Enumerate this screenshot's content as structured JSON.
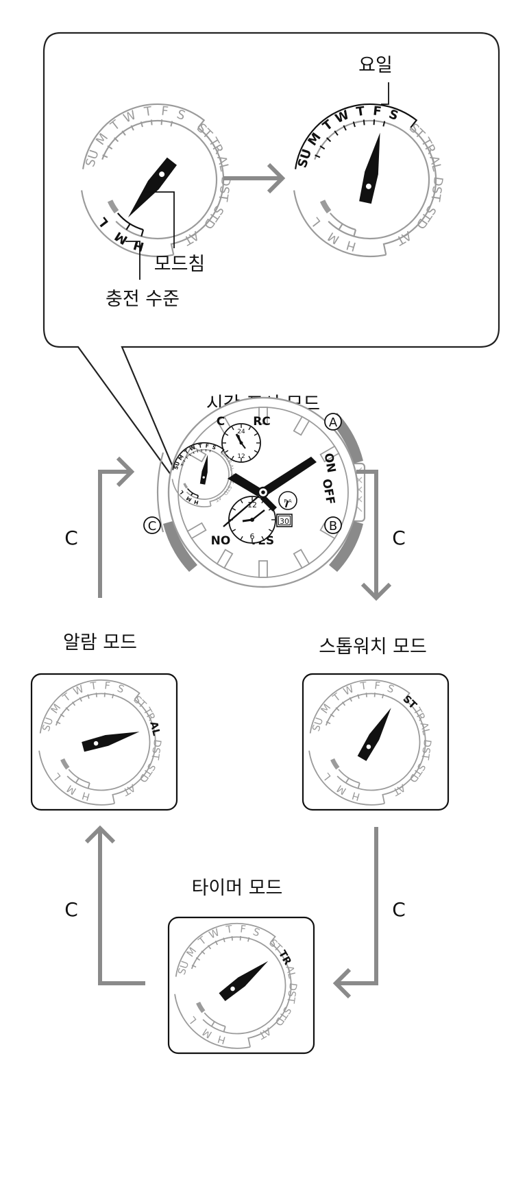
{
  "colors": {
    "ink": "#111111",
    "gray": "#9b9b9b",
    "arrow": "#8a8a8a",
    "frame": "#222222"
  },
  "callout": {
    "day_label": "요일",
    "mode_hand_label": "모드침",
    "charge_label": "충전 수준"
  },
  "modes": {
    "timekeeping": "시간 표시 모드",
    "alarm": "알람 모드",
    "stopwatch": "스톱워치 모드",
    "timer": "타이머 모드"
  },
  "buttons": {
    "a": "A",
    "b": "B",
    "c": "C"
  },
  "cycle_labels": {
    "right": "C",
    "left": "C",
    "bottom_left": "C",
    "bottom_right": "C"
  },
  "dial": {
    "days": [
      "SU",
      "M",
      "T",
      "W",
      "T",
      "F",
      "S"
    ],
    "functions": [
      "ST",
      "TR",
      "AL",
      "DST",
      "STD",
      "AT"
    ],
    "levels": [
      "L",
      "M",
      "H"
    ]
  },
  "watch": {
    "top_labels": {
      "c": "C",
      "rc": "RC"
    },
    "right_labels": {
      "on": "ON",
      "off": "OFF"
    },
    "bottom_labels": {
      "no": "NO",
      "yes": "YES"
    },
    "subdial_top": {
      "n24": "24",
      "n12": "12"
    },
    "subdial_bottom": {
      "n12": "12",
      "n6": "6"
    },
    "pa": "P A",
    "date": "30"
  }
}
